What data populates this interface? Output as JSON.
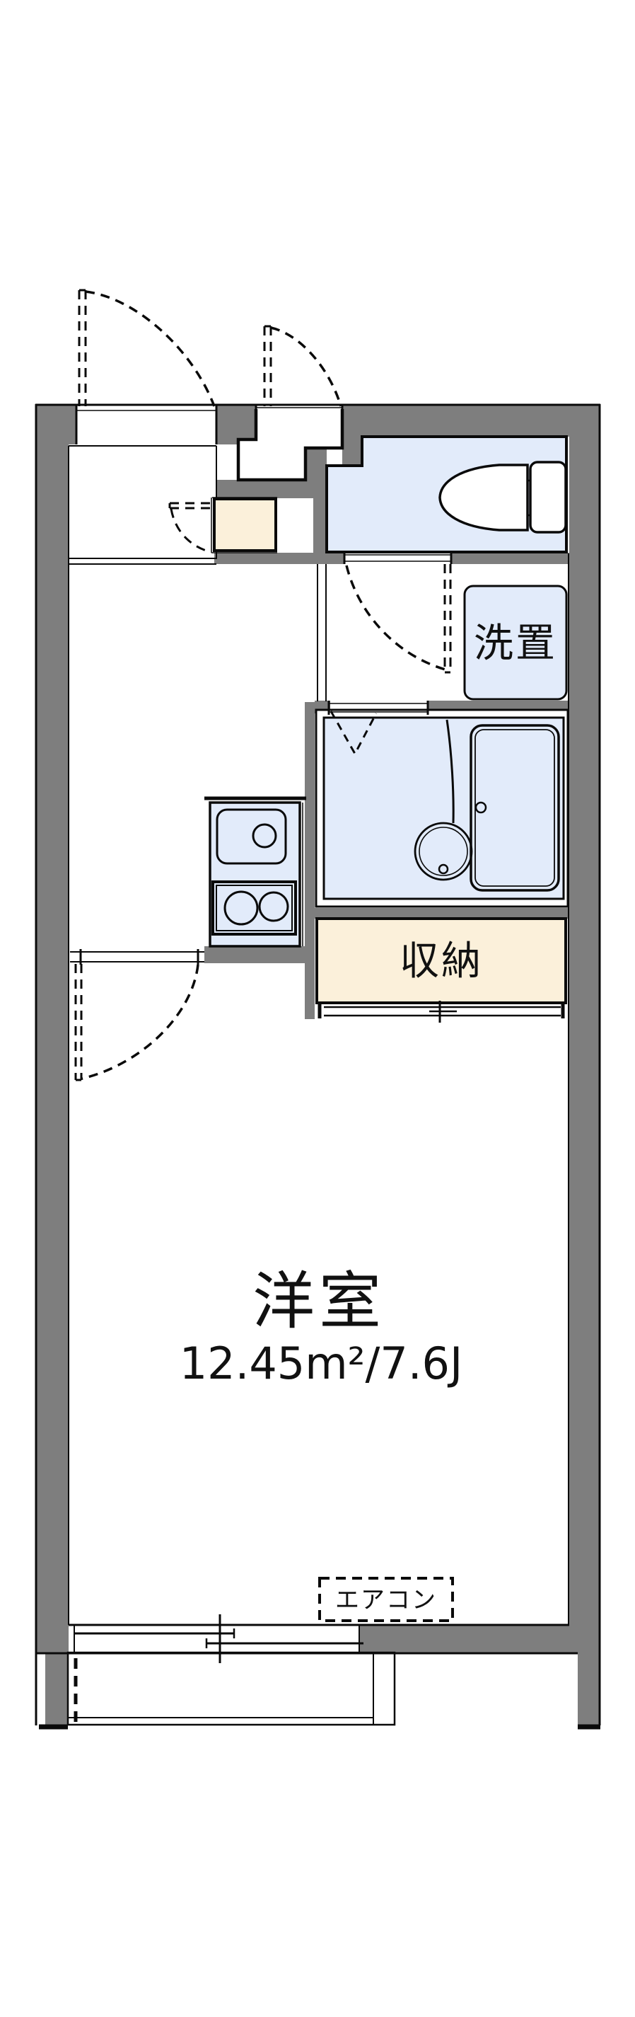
{
  "document": {
    "type": "apartment-floorplan"
  },
  "colors": {
    "bg": "#ffffff",
    "wall_gray": "#7e7e7e",
    "unit_blue": "#e2ebfa",
    "closet_cream": "#fbf0da",
    "line_black": "#0a0a0a"
  },
  "rooms": {
    "laundry": {
      "label": "洗置"
    },
    "storage": {
      "label": "収納"
    },
    "western_room": {
      "label": "洋室",
      "size": "12.45m²/7.6J"
    },
    "air_conditioner": {
      "label": "エアコン"
    }
  }
}
